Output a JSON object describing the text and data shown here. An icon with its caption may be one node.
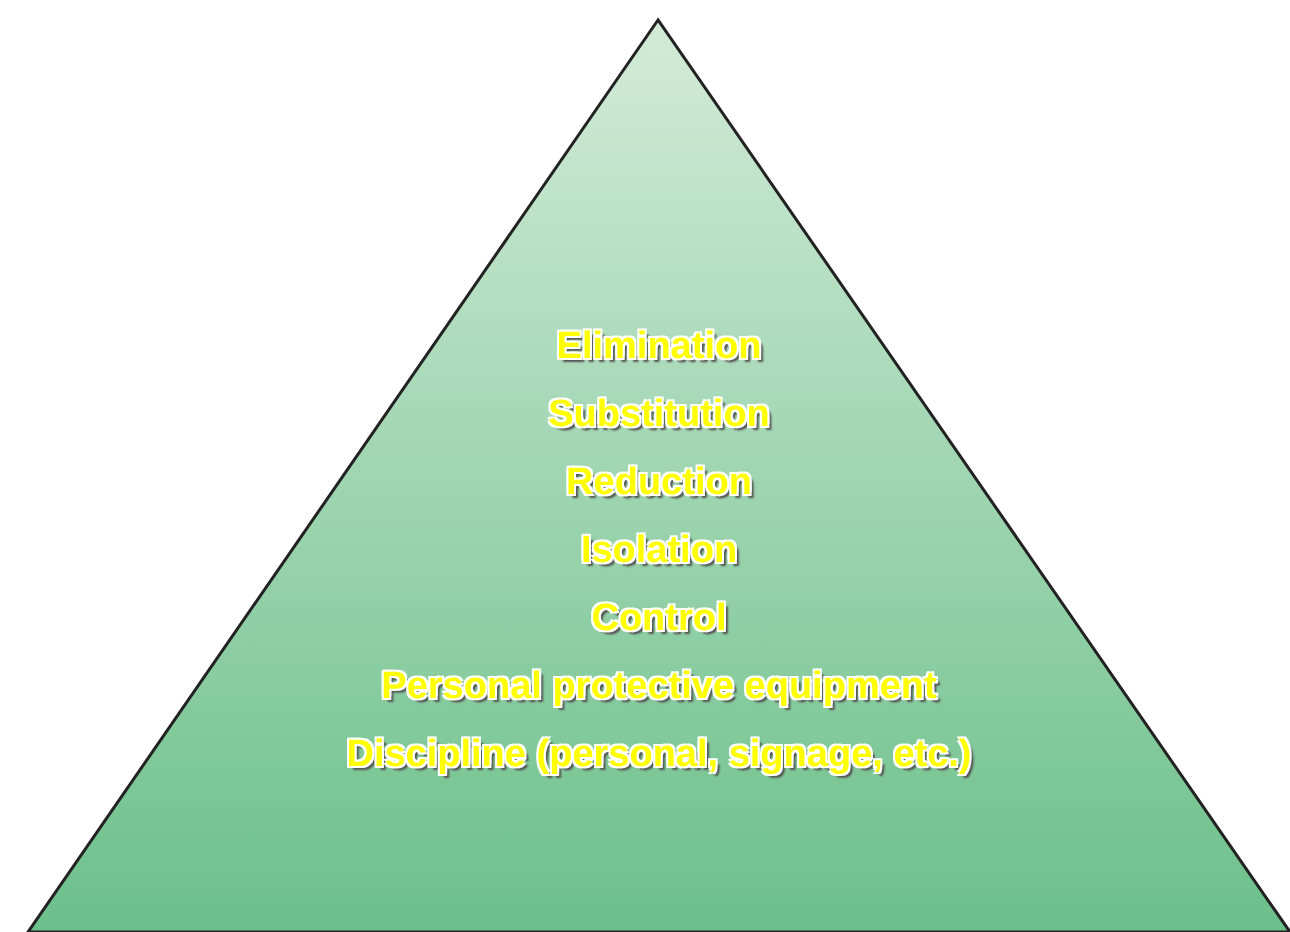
{
  "diagram": {
    "nodes": [
      {
        "text": [
          "Elimination",
          "Substitution",
          "Reduction",
          "Isolation",
          "Control",
          "Personal protective equipment",
          "Discipline (personal, signage, etc.)"
        ]
      }
    ]
  }
}
